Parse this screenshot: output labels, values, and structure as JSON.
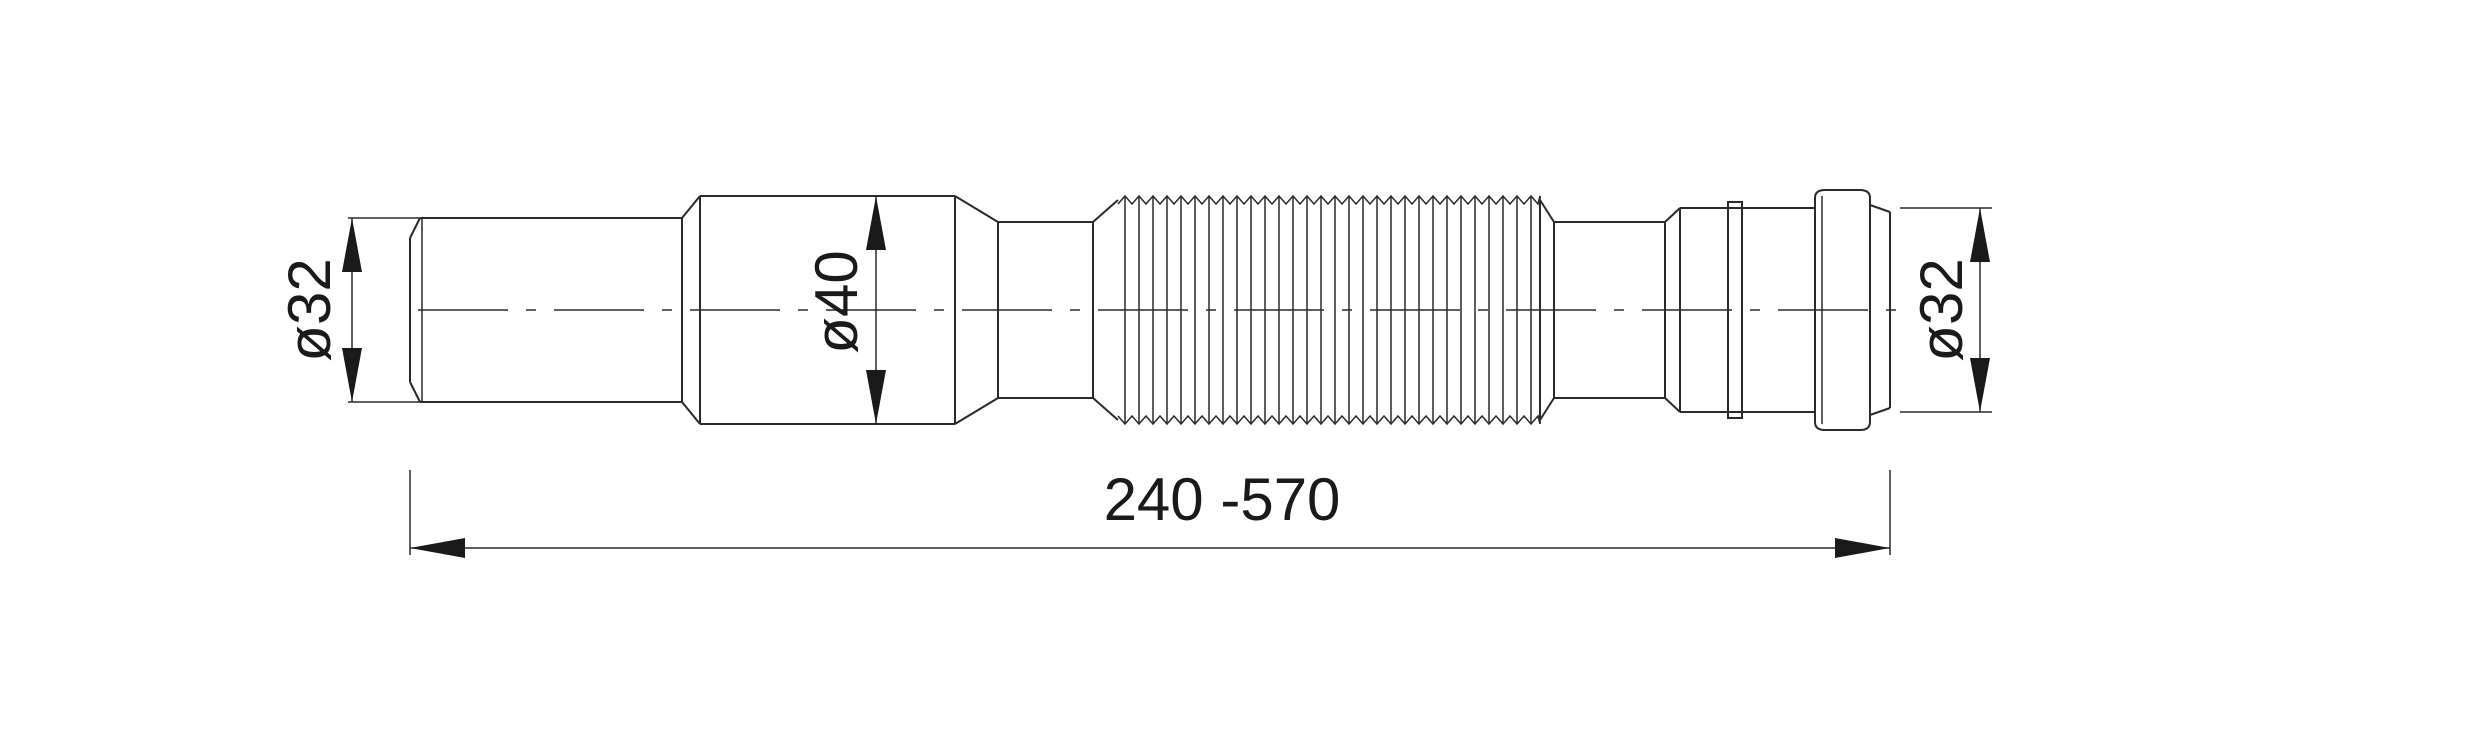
{
  "drawing": {
    "left_diameter_label": "ø32",
    "middle_diameter_label": "ø40",
    "right_diameter_label": "ø32",
    "length_label": "240 -570"
  },
  "colors": {
    "line": "#2a2a2a",
    "background": "#ffffff"
  }
}
